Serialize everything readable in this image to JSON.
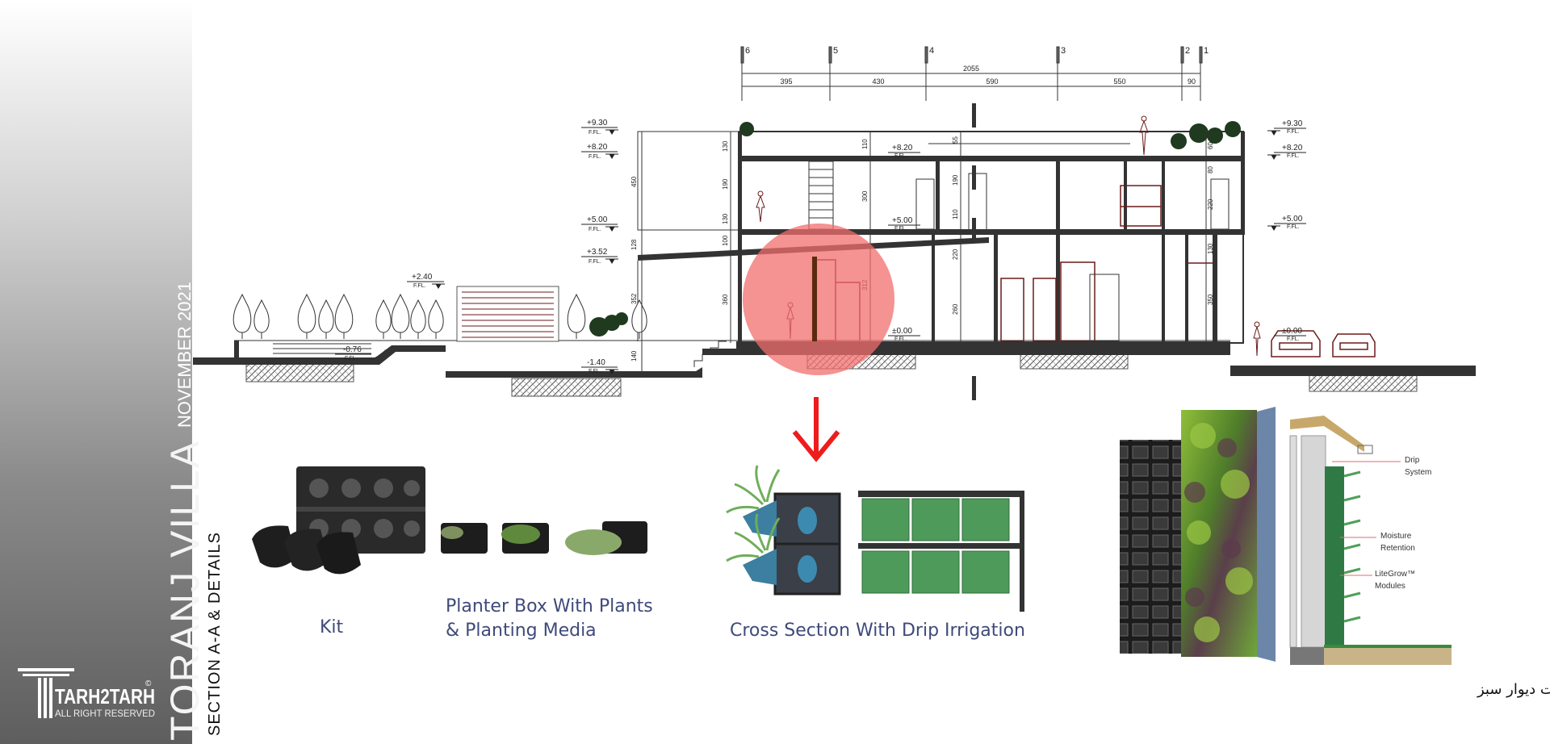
{
  "sidebar": {
    "project_title": "TORANJ VILLA",
    "date": "NOVEMBER 2021",
    "sheet_title": "SECTION A-A & DETAILS",
    "logo": {
      "name": "TARH2TARH",
      "tagline": "ALL RIGHT RESERVED",
      "copyright": "©"
    }
  },
  "section": {
    "grid_axes": [
      "6",
      "5",
      "4",
      "3",
      "2",
      "1"
    ],
    "overall_dimension": "2055",
    "bay_dimensions": [
      "395",
      "430",
      "590",
      "550",
      "90"
    ],
    "levels_left": [
      {
        "value": "+9.30",
        "label": "F.FL."
      },
      {
        "value": "+8.20",
        "label": "F.FL."
      },
      {
        "value": "+5.00",
        "label": "F.FL."
      },
      {
        "value": "+3.52",
        "label": "F.FL."
      },
      {
        "value": "+2.40",
        "label": "F.FL."
      },
      {
        "value": "-0.76",
        "label": "F.FL."
      },
      {
        "value": "-1.40",
        "label": "F.FL."
      }
    ],
    "levels_inner": [
      {
        "value": "+8.20",
        "label": "F.FL."
      },
      {
        "value": "+5.00",
        "label": "F.FL."
      },
      {
        "value": "±0.00",
        "label": "F.FL."
      }
    ],
    "levels_right": [
      {
        "value": "+9.30",
        "label": "F.FL."
      },
      {
        "value": "+8.20",
        "label": "F.FL."
      },
      {
        "value": "+5.00",
        "label": "F.FL."
      },
      {
        "value": "±0.00",
        "label": "F.FL."
      }
    ],
    "vertical_dims_outer": [
      "450",
      "128",
      "352",
      "140"
    ],
    "vertical_dims_left": [
      "130",
      "190",
      "130",
      "100",
      "360"
    ],
    "vertical_dims_mid": [
      "110",
      "300",
      "312"
    ],
    "vertical_dims_center": [
      "55",
      "190",
      "110",
      "220",
      "260"
    ],
    "vertical_dims_right": [
      "60",
      "80",
      "220",
      "130",
      "350"
    ]
  },
  "details": {
    "kit_label": "Kit",
    "planter_label_line1": "Planter Box With Plants",
    "planter_label_line2": "& Planting Media",
    "cross_section_label": "Cross Section With Drip Irrigation",
    "green_wall": {
      "drip_label_1": "Drip",
      "drip_label_2": "System",
      "moisture_label_1": "Moisture",
      "moisture_label_2": "Retention",
      "modules_label_1": "LiteGrow™",
      "modules_label_2": "Modules",
      "caption": "جزییات دیوار سبز"
    }
  },
  "colors": {
    "highlight": "#f26d6d",
    "arrow": "#ee1c1c",
    "structure": "#333333",
    "furniture": "#6b1a1a"
  }
}
